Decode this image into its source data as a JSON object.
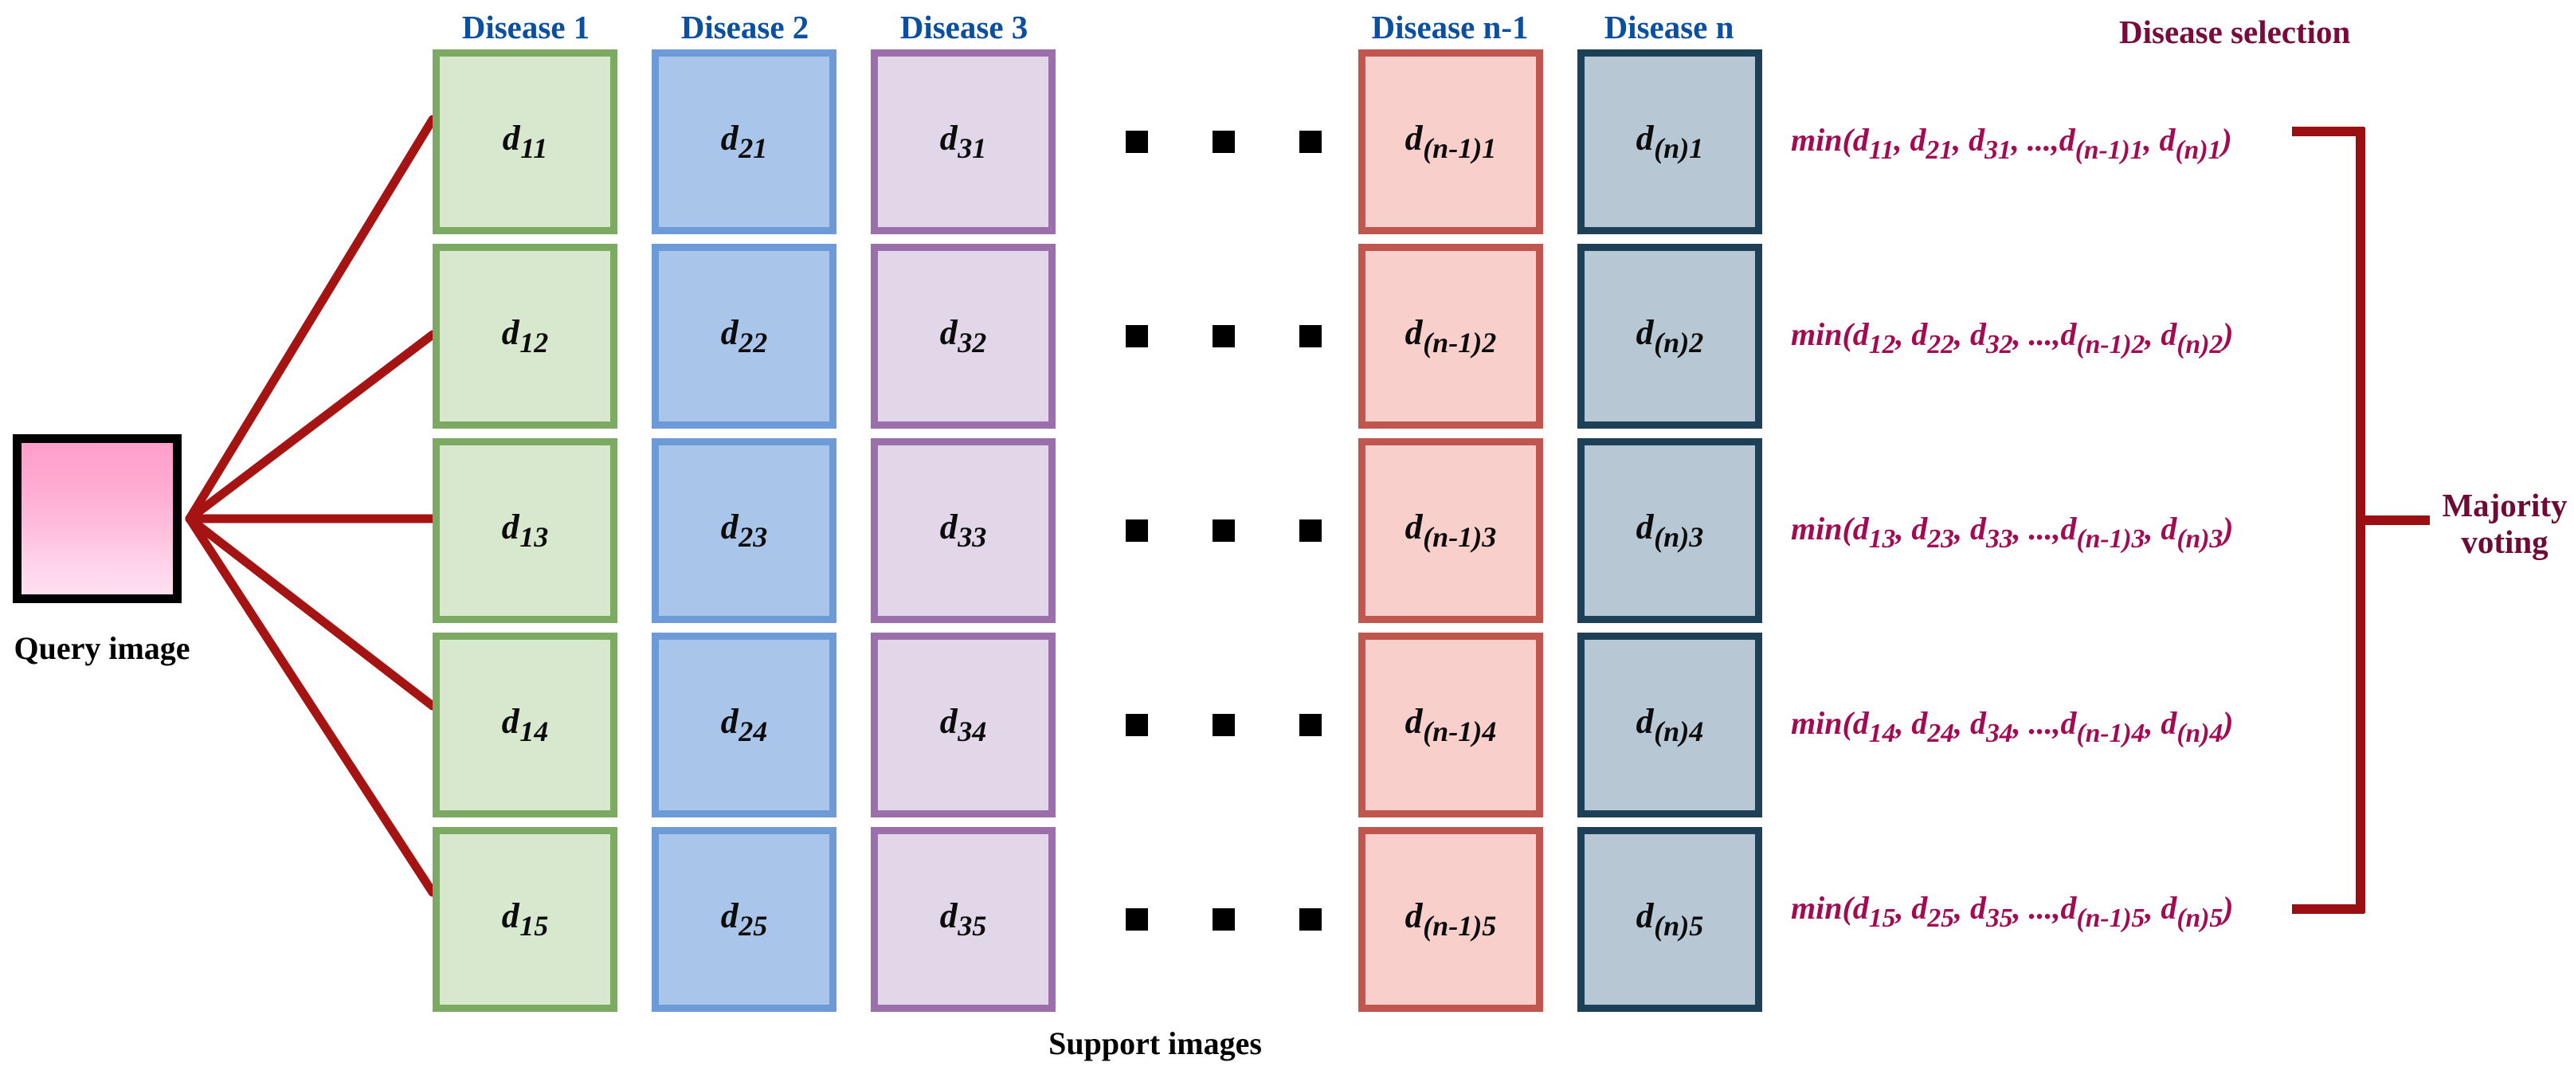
{
  "diagram": {
    "title_labels": {
      "query_caption": "Query image",
      "support_caption": "Support images",
      "selection_title": "Disease selection",
      "majority_line1": "Majority",
      "majority_line2": "voting"
    },
    "colors": {
      "header_blue": "#0B4FA0",
      "formula_magenta": "#A30A52",
      "selection_maroon": "#7B0A3C",
      "connector_red": "#A51313",
      "bracket_red": "#9B0F12",
      "query_pink_top": "#FF9ECB",
      "query_pink_bottom": "#FFE0F1",
      "column_fills": [
        "#D7E8CE",
        "#A9C5EA",
        "#E2D6E9",
        "#F9CFCC",
        "#B7C7D4"
      ],
      "column_borders": [
        "#7CAA63",
        "#6D9BD8",
        "#9A6FAC",
        "#C0564E",
        "#1D4057"
      ],
      "ellipsis_black": "#000000"
    },
    "columns": [
      {
        "header": "Disease 1",
        "style": "c-green",
        "cells": [
          {
            "base": "d",
            "sub": "11"
          },
          {
            "base": "d",
            "sub": "12"
          },
          {
            "base": "d",
            "sub": "13"
          },
          {
            "base": "d",
            "sub": "14"
          },
          {
            "base": "d",
            "sub": "15"
          }
        ]
      },
      {
        "header": "Disease 2",
        "style": "c-blue",
        "cells": [
          {
            "base": "d",
            "sub": "21"
          },
          {
            "base": "d",
            "sub": "22"
          },
          {
            "base": "d",
            "sub": "23"
          },
          {
            "base": "d",
            "sub": "24"
          },
          {
            "base": "d",
            "sub": "25"
          }
        ]
      },
      {
        "header": "Disease 3",
        "style": "c-purple",
        "cells": [
          {
            "base": "d",
            "sub": "31"
          },
          {
            "base": "d",
            "sub": "32"
          },
          {
            "base": "d",
            "sub": "33"
          },
          {
            "base": "d",
            "sub": "34"
          },
          {
            "base": "d",
            "sub": "35"
          }
        ]
      },
      {
        "header": "Disease n-1",
        "style": "c-pink",
        "cells": [
          {
            "base": "d",
            "sub": "(n-1)1"
          },
          {
            "base": "d",
            "sub": "(n-1)2"
          },
          {
            "base": "d",
            "sub": "(n-1)3"
          },
          {
            "base": "d",
            "sub": "(n-1)4"
          },
          {
            "base": "d",
            "sub": "(n-1)5"
          }
        ]
      },
      {
        "header": "Disease n",
        "style": "c-slate",
        "cells": [
          {
            "base": "d",
            "sub": "(n)1"
          },
          {
            "base": "d",
            "sub": "(n)2"
          },
          {
            "base": "d",
            "sub": "(n)3"
          },
          {
            "base": "d",
            "sub": "(n)4"
          },
          {
            "base": "d",
            "sub": "(n)5"
          }
        ]
      }
    ],
    "ellipsis_per_row": 3,
    "formulas": [
      {
        "prefix": "min(d",
        "s1": "11",
        "t1": ", d",
        "s2": "21",
        "t2": ", d",
        "s3": "31",
        "t3": ", ...,d",
        "s4": "(n-1)1",
        "t4": ", d",
        "s5": "(n)1",
        "suffix": ")"
      },
      {
        "prefix": "min(d",
        "s1": "12",
        "t1": ", d",
        "s2": "22",
        "t2": ", d",
        "s3": "32",
        "t3": ", ...,d",
        "s4": "(n-1)2",
        "t4": ", d",
        "s5": "(n)2",
        "suffix": ")"
      },
      {
        "prefix": "min(d",
        "s1": "13",
        "t1": ", d",
        "s2": "23",
        "t2": ", d",
        "s3": "33",
        "t3": ", ...,d",
        "s4": "(n-1)3",
        "t4": ", d",
        "s5": "(n)3",
        "suffix": ")"
      },
      {
        "prefix": "min(d",
        "s1": "14",
        "t1": ", d",
        "s2": "24",
        "t2": ", d",
        "s3": "34",
        "t3": ", ...,d",
        "s4": "(n-1)4",
        "t4": ", d",
        "s5": "(n)4",
        "suffix": ")"
      },
      {
        "prefix": "min(d",
        "s1": "15",
        "t1": ", d",
        "s2": "25",
        "t2": ", d",
        "s3": "35",
        "t3": ", ...,d",
        "s4": "(n-1)5",
        "t4": ", d",
        "s5": "(n)5",
        "suffix": ")"
      }
    ]
  }
}
